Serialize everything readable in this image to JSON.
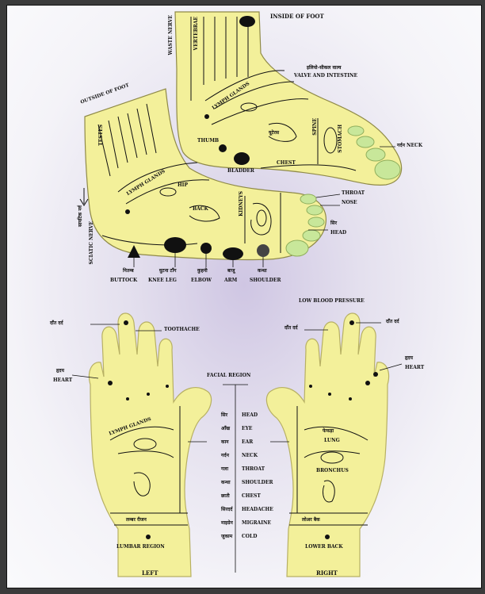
{
  "foot_inside": {
    "heading": "INSIDE OF FOOT",
    "labels": {
      "waste_nerve": "WASTE NERVE",
      "vertebrae": "VERTEBRAE",
      "lymph": "LYMPH GLANDS",
      "thumb": "THUMB",
      "bladder": "BLADDER",
      "valve_en": "VALVE AND INTESTINE",
      "valve_hi": "इलियो-सीकल वाल्व",
      "neck": "गर्दन NECK",
      "chest": "CHEST",
      "stomach": "STOMACH",
      "spine": "SPINE",
      "uterus": "यूटेरस"
    }
  },
  "foot_outside": {
    "heading": "OUTSIDE OF FOOT",
    "labels": {
      "testes": "TESTES",
      "lymph": "LYMPH GLANDS",
      "sciatic": "SCIATIC NERVE",
      "hip": "HIP",
      "back": "BACK",
      "kidney": "KIDNEYS",
      "throat": "THROAT",
      "nose": "NOSE",
      "head_hi": "सिर",
      "head_en": "HEAD",
      "sciatic_hi": "सायटिक नर्व"
    },
    "bottom_hi": [
      "नितम्ब",
      "घुटना टाँग",
      "कुहनी",
      "बाजू",
      "कन्धा"
    ],
    "bottom_en": [
      "BUTTOCK",
      "KNEE LEG",
      "ELBOW",
      "ARM",
      "SHOULDER"
    ]
  },
  "hand_left": {
    "caption": "LEFT",
    "toothache_hi": "दाँत दर्द",
    "toothache_en": "TOOTHACHE",
    "heart_hi": "हृदय",
    "heart_en": "HEART",
    "lymph": "LYMPH GLANDS",
    "lumbar_hi": "लम्बर रीजन",
    "lumbar_en": "LUMBAR REGION"
  },
  "hand_right": {
    "caption": "RIGHT",
    "low_bp": "LOW BLOOD PRESSURE",
    "toothache_hi_a": "दाँत दर्द",
    "toothache_hi_b": "दाँत दर्द",
    "heart_hi": "हृदय",
    "heart_en": "HEART",
    "lung_hi": "फेफड़ा",
    "lung_en": "LUNG",
    "bronchi": "BRONCHUS",
    "lower_back_hi": "लोअर बैक",
    "lower_back_en": "LOWER BACK"
  },
  "facial_region": {
    "heading": "FACIAL REGION",
    "items_hi": [
      "सिर",
      "आँख",
      "कान",
      "गर्दन",
      "गला",
      "कन्धा",
      "छाती",
      "सिरदर्द",
      "माइग्रेन",
      "जुकाम"
    ],
    "items_en": [
      "HEAD",
      "EYE",
      "EAR",
      "NECK",
      "THROAT",
      "SHOULDER",
      "CHEST",
      "HEADACHE",
      "MIGRAINE",
      "COLD"
    ]
  },
  "colors": {
    "skin": "#f3f09a",
    "skin_edge": "#b7b063",
    "line": "#111111",
    "toe_green": "#c8e79a",
    "background_glow": "#cfc6e3"
  }
}
